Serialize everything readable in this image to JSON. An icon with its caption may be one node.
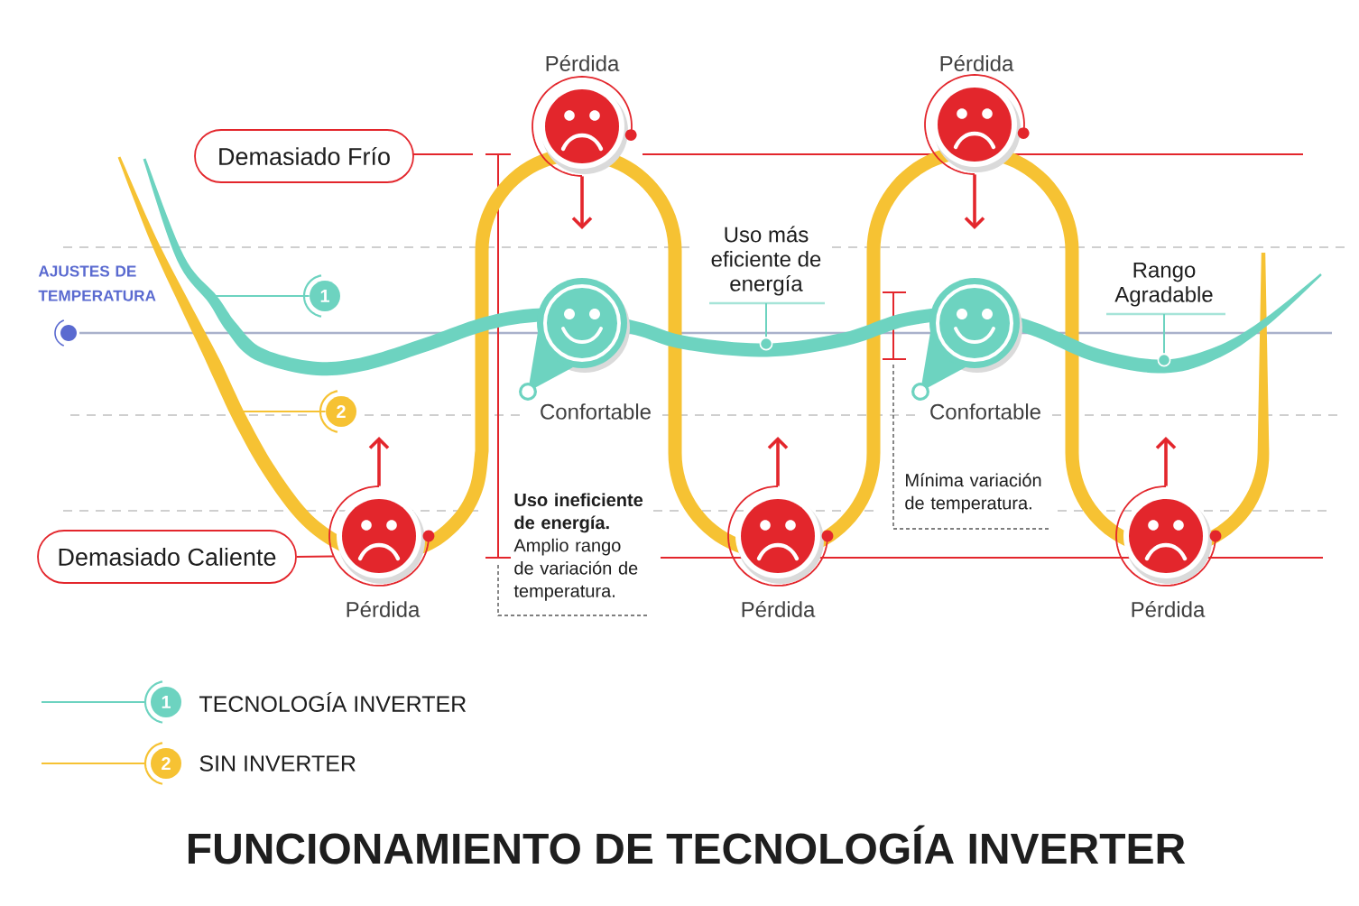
{
  "diagram": {
    "title": "FUNCIONAMIENTO DE TECNOLOGÍA INVERTER",
    "nodes": [
      {
        "text": [],
        "shape": "circle",
        "beside": [
          "Pérdida"
        ]
      },
      {
        "text": [],
        "shape": "circle",
        "beside": [
          "Pérdida"
        ]
      },
      {
        "text": [
          "Demasiado Frío"
        ]
      },
      {
        "text": [
          "Uso más eficiente de energía"
        ]
      },
      {
        "text": [
          "1"
        ]
      },
      {
        "text": [],
        "shape": "circle",
        "beside": [
          "Confortable"
        ]
      },
      {
        "text": [
          "Rango Agradable"
        ]
      },
      {
        "text": [],
        "shape": "circle",
        "beside": [
          "Confortable"
        ]
      },
      {
        "text": [
          "2"
        ]
      },
      {
        "text": [],
        "shape": "circle",
        "beside": [
          "Pérdida"
        ]
      },
      {
        "text": [
          "Demasiado Caliente"
        ]
      },
      {
        "text": [],
        "shape": "circle",
        "beside": [
          "Pérdida"
        ]
      },
      {
        "text": [],
        "shape": "circle",
        "beside": [
          "Pérdida"
        ]
      },
      {
        "text": [],
        "shape": "circle"
      },
      {
        "text": [],
        "shape": "circle"
      }
    ],
    "edges": [
      {
        "from": 0,
        "to": null,
        "arrow": "to"
      },
      {
        "from": 1,
        "to": null,
        "arrow": "to"
      },
      {
        "from": 3,
        "to": 13,
        "arrow": "none",
        "color": "#6dd3c0"
      },
      {
        "from": 4,
        "to": null,
        "arrow": "none",
        "color": "#6dd3c0"
      },
      {
        "from": 6,
        "to": 14,
        "arrow": "none",
        "color": "#6dd3c0"
      },
      {
        "from": 8,
        "to": null,
        "arrow": "none",
        "color": "#f6c233"
      },
      {
        "from": 9,
        "to": null,
        "arrow": "to"
      },
      {
        "from": 10,
        "to": 9,
        "arrow": "none"
      },
      {
        "from": 11,
        "to": null,
        "arrow": "to"
      },
      {
        "from": 12,
        "to": null,
        "arrow": "to"
      }
    ],
    "labels": [
      "AJUSTES DE TEMPERATURA",
      "**Uso ineficiente de energía.** Amplio rango de variación de temperatura.",
      "Mínima variación de temperatura.",
      "1",
      "2"
    ],
    "legend": [
      {
        "text": "TECNOLOGÍA INVERTER",
        "color": "#6dd3c0"
      },
      {
        "text": "SIN INVERTER",
        "color": "#f6c233"
      }
    ]
  }
}
